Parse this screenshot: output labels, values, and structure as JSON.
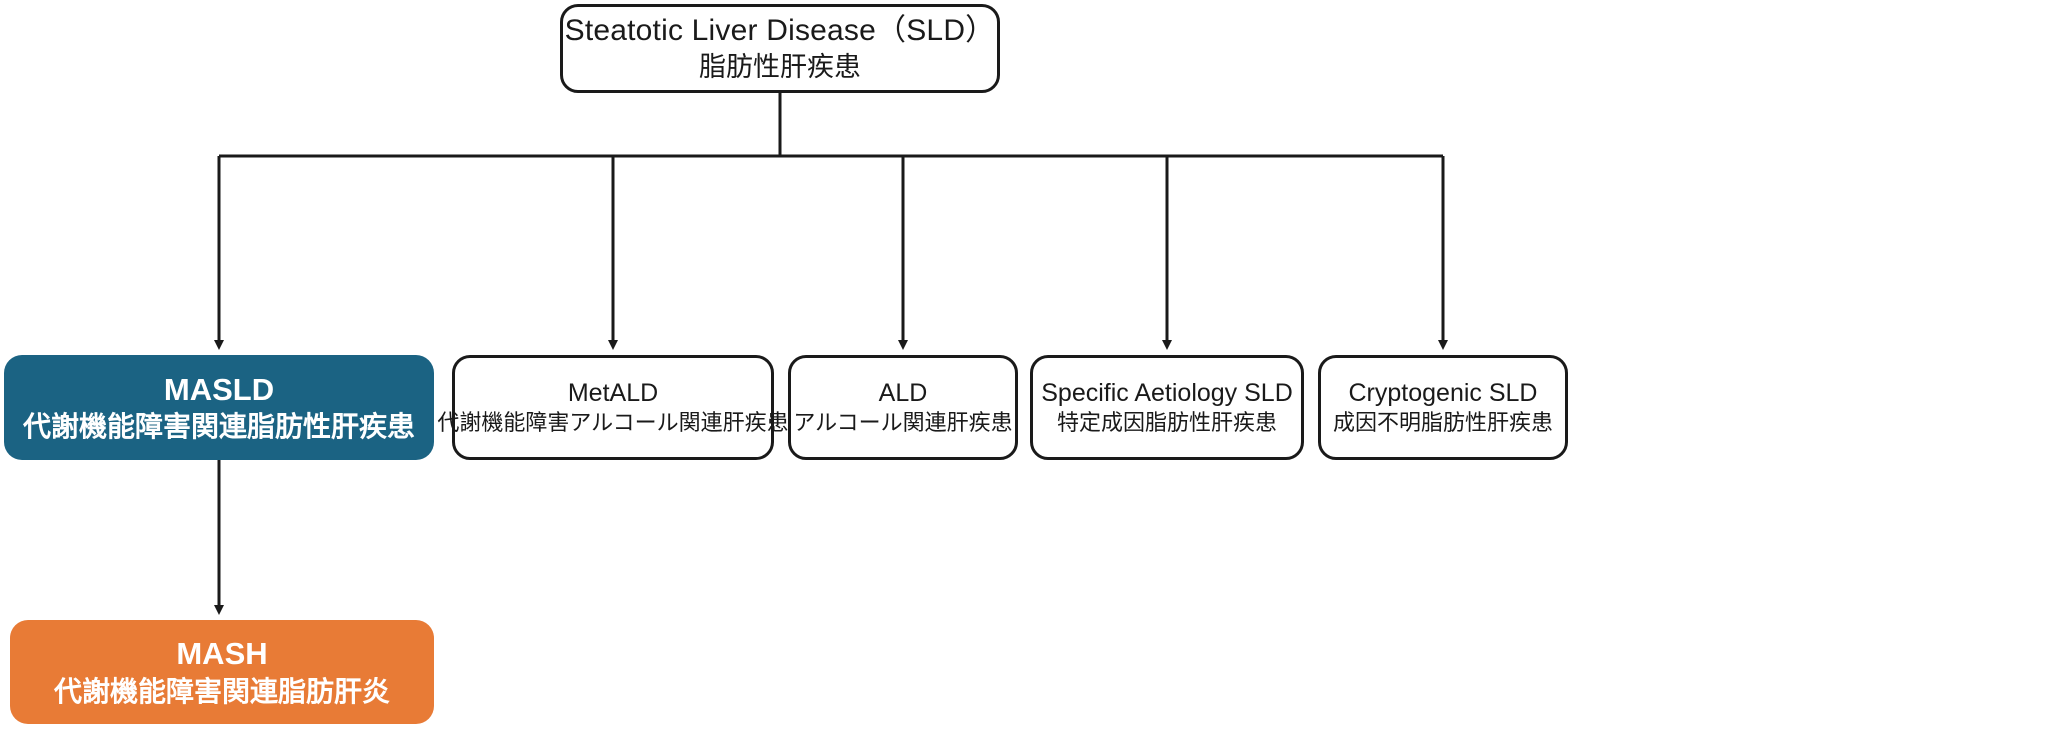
{
  "diagram": {
    "type": "flowchart",
    "title": "Steatotic Liver Disease classification",
    "colors": {
      "masld_fill": "#1b6383",
      "mash_fill": "#e87b36",
      "box_stroke": "#1a1a1a",
      "box_fill": "#ffffff",
      "connector": "#1a1a1a",
      "text_light": "#ffffff",
      "text_dark": "#1a1a1a"
    },
    "nodes": {
      "root": {
        "en": "Steatotic Liver Disease（SLD）",
        "ja": "脂肪性肝疾患"
      },
      "masld": {
        "en": "MASLD",
        "ja": "代謝機能障害関連脂肪性肝疾患"
      },
      "metald": {
        "en": "MetALD",
        "ja": "代謝機能障害アルコール関連肝疾患"
      },
      "ald": {
        "en": "ALD",
        "ja": "アルコール関連肝疾患"
      },
      "specific": {
        "en": "Specific Aetiology SLD",
        "ja": "特定成因脂肪性肝疾患"
      },
      "cryptogenic": {
        "en": "Cryptogenic SLD",
        "ja": "成因不明脂肪性肝疾患"
      },
      "mash": {
        "en": "MASH",
        "ja": "代謝機能障害関連脂肪肝炎"
      }
    }
  }
}
